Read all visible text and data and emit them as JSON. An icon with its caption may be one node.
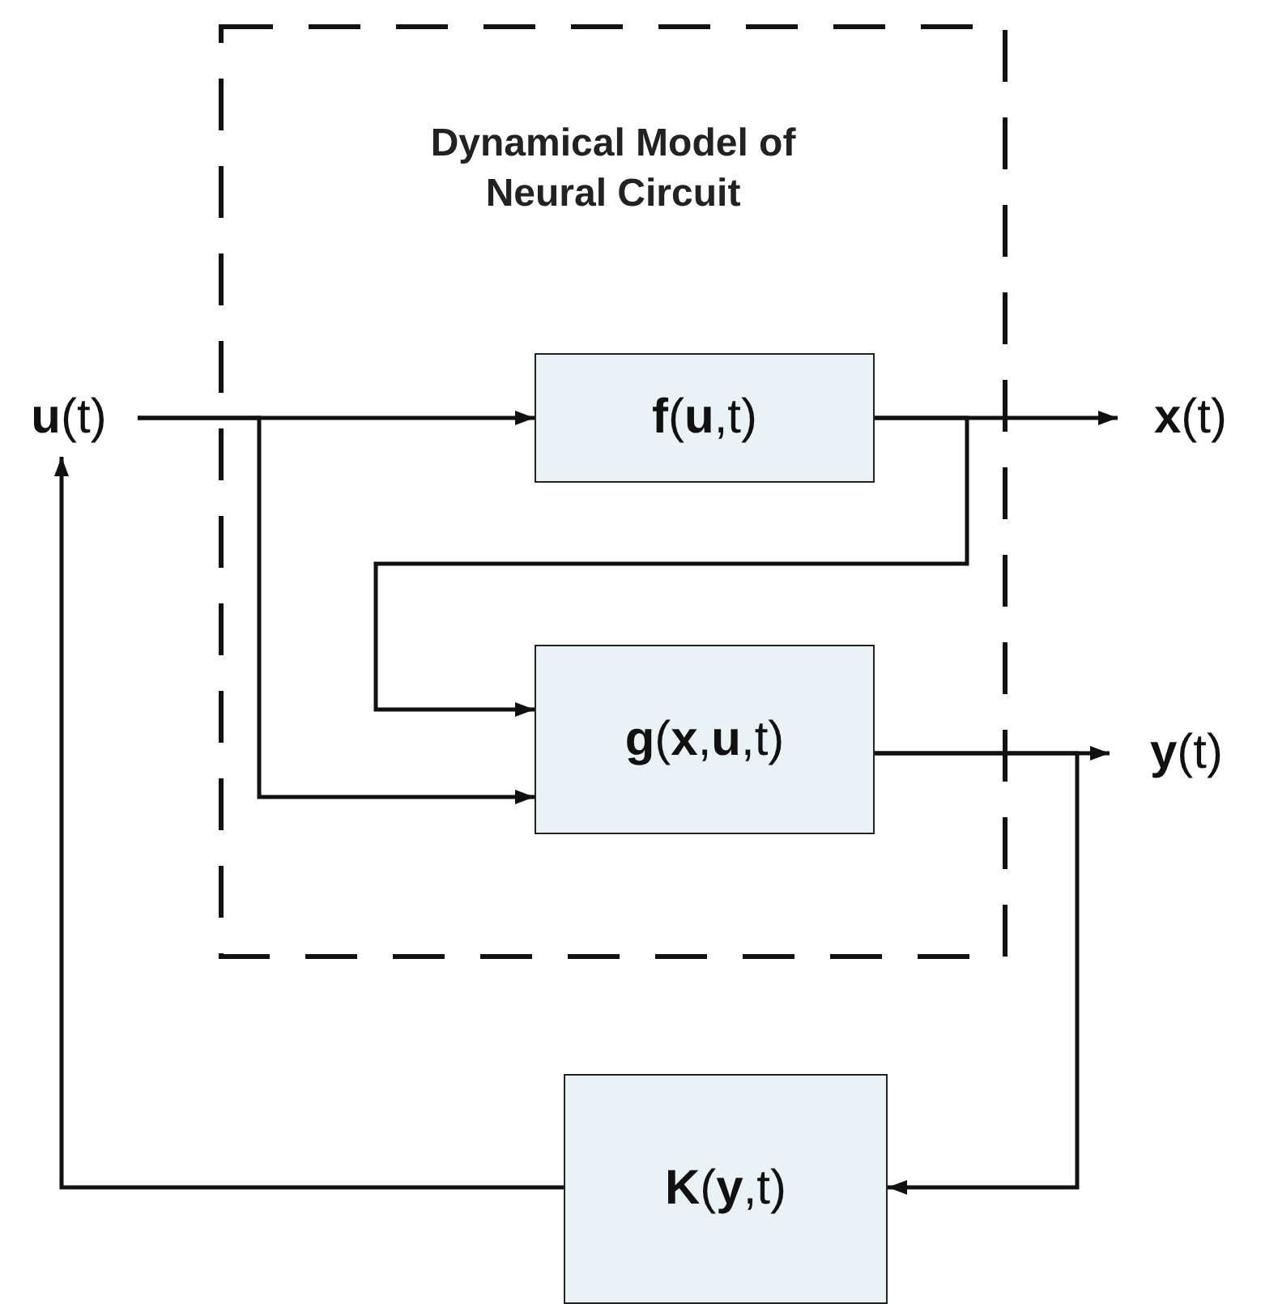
{
  "diagram": {
    "nodes": [
      {
        "text": [
          "Dynamical Model of Neural Circuit"
        ]
      },
      {
        "text": [
          "**f**(**u**,t)"
        ],
        "in": 0
      },
      {
        "text": [
          "**g**(**x**,**u**,t)"
        ],
        "in": 0
      },
      {
        "text": [
          "**K**(**y**,t)"
        ]
      },
      {
        "text": [
          "**u**(t)"
        ]
      },
      {
        "text": [
          "**x**(t)"
        ]
      },
      {
        "text": [
          "**y**(t)"
        ]
      }
    ],
    "edges": [
      {
        "from": 4,
        "to": 1,
        "arrow": "to"
      },
      {
        "from": 4,
        "to": 2,
        "arrow": "to"
      },
      {
        "from": 1,
        "to": 5,
        "arrow": "to"
      },
      {
        "from": 1,
        "to": 2,
        "arrow": "to"
      },
      {
        "from": 2,
        "to": 6,
        "arrow": "to"
      },
      {
        "from": 2,
        "to": 3,
        "arrow": "to"
      },
      {
        "from": 3,
        "to": 4,
        "arrow": "to"
      }
    ]
  }
}
